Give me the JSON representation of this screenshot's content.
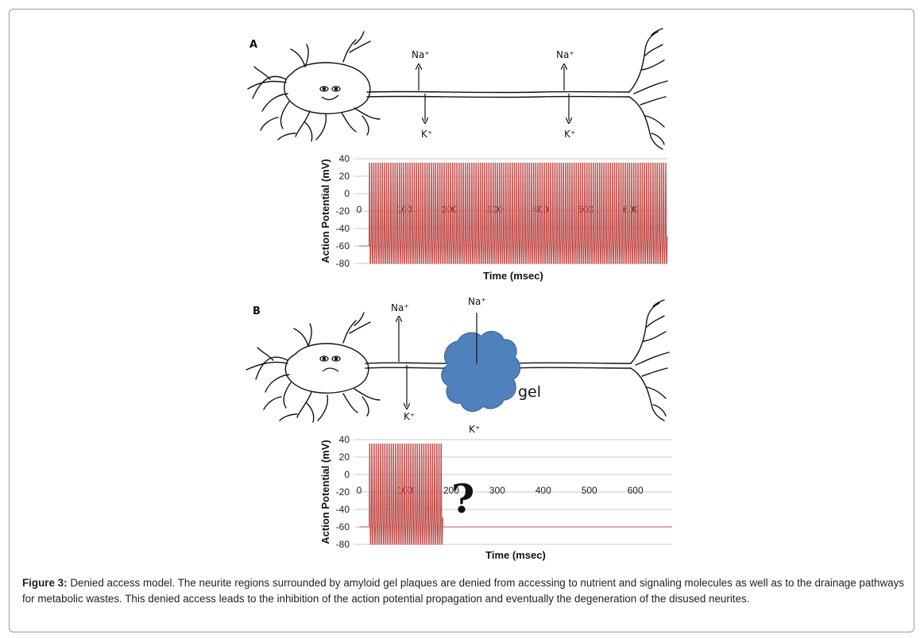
{
  "panels": [
    {
      "label": "A",
      "ions": {
        "na_left": "Na⁺",
        "k_left": "K⁺",
        "na_right": "Na⁺",
        "k_right": "K⁺"
      },
      "face": "happy"
    },
    {
      "label": "B",
      "ions": {
        "na_left": "Na⁺",
        "k_left": "K⁺",
        "na_blob": "Na⁺",
        "k_blob": "K⁺"
      },
      "gel_label": "gel",
      "question_mark": "?",
      "face": "sad"
    }
  ],
  "chart_data": [
    {
      "type": "line",
      "panel": "A",
      "ylabel": "Action Potential (mV)",
      "xlabel": "Time (msec)",
      "ylim": [
        -80,
        40
      ],
      "xlim": [
        0,
        680
      ],
      "yticks": [
        "40",
        "20",
        "0",
        "-20",
        "-40",
        "-60",
        "-80"
      ],
      "xticks": [
        "0",
        "100",
        "200",
        "300",
        "400",
        "500",
        "600"
      ],
      "grid": true,
      "series": [
        {
          "color": "#c0504d",
          "resting_mV": -60,
          "spike_peak_mV": 35,
          "spike_trough_mV": -80,
          "plateau_mV": -49,
          "spike_start_ms": 22,
          "spike_end_ms": 680,
          "spike_interval_ms": 4.7
        }
      ]
    },
    {
      "type": "line",
      "panel": "B",
      "ylabel": "Action Potential (mV)",
      "xlabel": "Time (msec)",
      "ylim": [
        -80,
        40
      ],
      "xlim": [
        0,
        680
      ],
      "yticks": [
        "40",
        "20",
        "0",
        "-20",
        "-40",
        "-60",
        "-80"
      ],
      "xticks": [
        "0",
        "100",
        "200",
        "300",
        "400",
        "500",
        "600"
      ],
      "grid": true,
      "series": [
        {
          "color": "#c0504d",
          "resting_mV": -60,
          "spike_peak_mV": 35,
          "spike_trough_mV": -80,
          "plateau_mV": -49,
          "spike_start_ms": 22,
          "spike_end_ms": 180,
          "spike_interval_ms": 4.7
        }
      ]
    }
  ],
  "caption": {
    "label": "Figure 3:",
    "text": " Denied access model. The neurite regions surrounded by amyloid gel plaques are denied from accessing to nutrient and signaling molecules as well as to the drainage pathways for metabolic wastes. This denied access leads to the inhibition of the action potential propagation and eventually the degeneration of the disused neurites."
  },
  "colors": {
    "trace": "#c0504d",
    "gel": "#4f81bd",
    "grid": "#c8c8c8"
  }
}
